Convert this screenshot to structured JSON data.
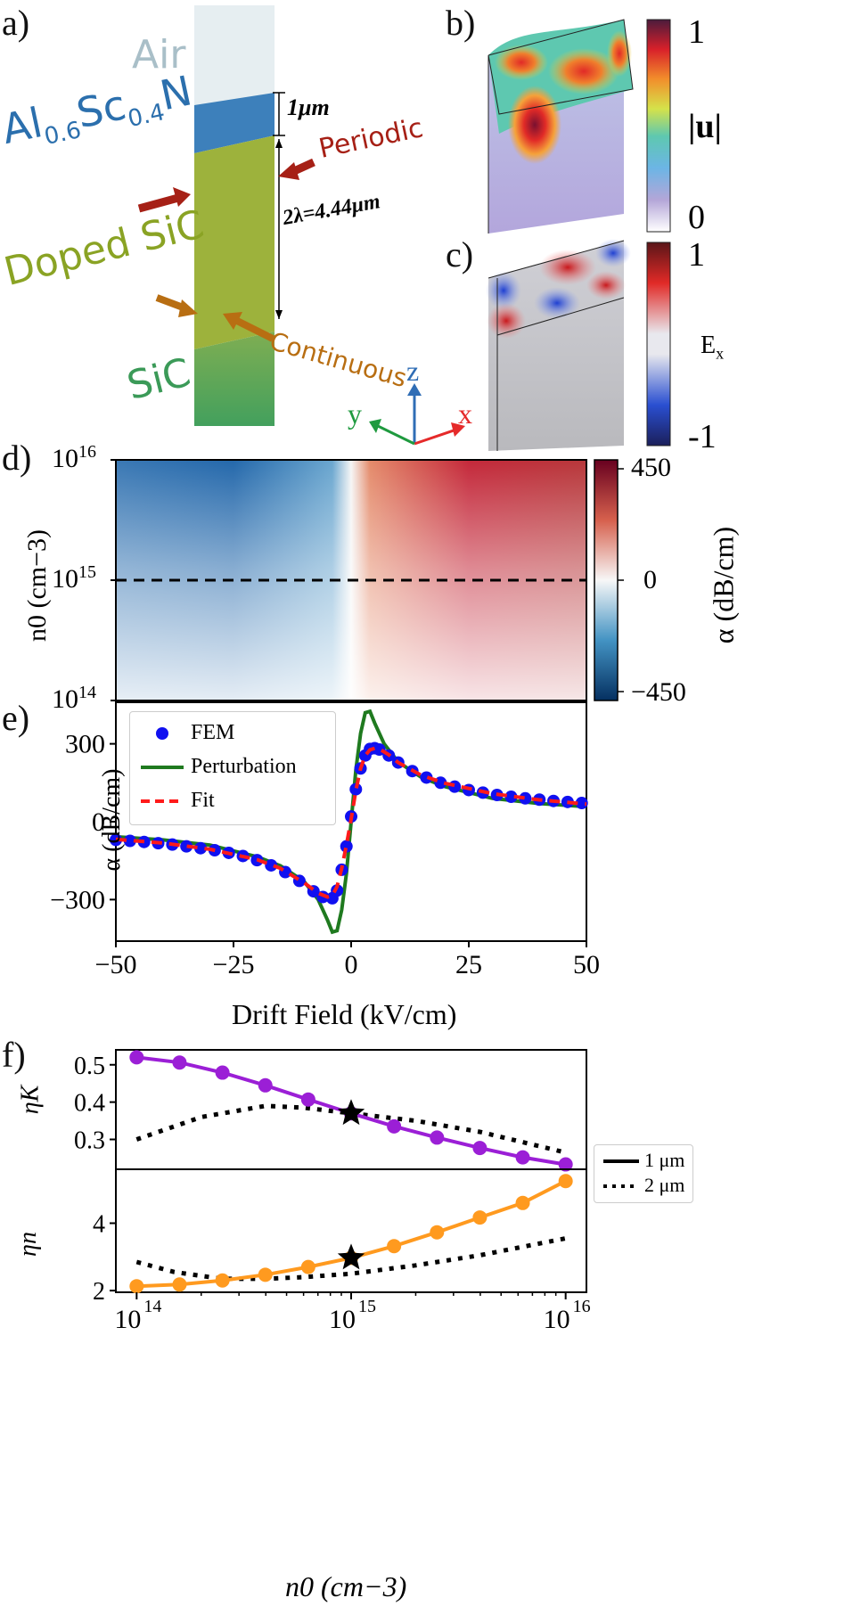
{
  "panels": {
    "a": "a)",
    "b": "b)",
    "c": "c)",
    "d": "d)",
    "e": "e)",
    "f": "f)"
  },
  "panel_a": {
    "air": "Air",
    "al": "Al",
    "al_sub": "0.6",
    "sc": "Sc",
    "sc_sub": "0.4",
    "n": "N",
    "doped": "Doped SiC",
    "sic": "SiC",
    "periodic": "Periodic",
    "continuous": "Continuous",
    "dim1": "1μm",
    "dim2": "2λ=4.44μm",
    "axis_x": "x",
    "axis_y": "y",
    "axis_z": "z"
  },
  "panel_b": {
    "cbar_max": "1",
    "cbar_min": "0",
    "cbar_label": "|u|"
  },
  "panel_c": {
    "cbar_max": "1",
    "cbar_min": "-1",
    "cbar_label": "E",
    "cbar_label_sub": "x"
  },
  "colors": {
    "fem": "#1010f0",
    "perturbation": "#1f7a1f",
    "fit": "#ff1a1a",
    "eta_k": "#9b1fd6",
    "eta_n": "#ff9a1f",
    "aln": "#3d80bb",
    "doped_sic": "#9db23c",
    "sic": "#4aa15f"
  },
  "chart_data": [
    {
      "type": "heatmap",
      "panel": "d",
      "x_range": [
        -50,
        50
      ],
      "y_scale": "log",
      "y_range": [
        100000000000000.0,
        1e+16
      ],
      "ylabel": "n0 (cm−3)",
      "yticks": [
        "10",
        "10",
        "10"
      ],
      "ytick_exp": [
        "14",
        "15",
        "16"
      ],
      "colorbar_label": "α (dB/cm)",
      "colorbar_ticks": [
        "450",
        "0",
        "−450"
      ],
      "colorbar_range": [
        -450,
        450
      ],
      "dashed_line_y": 1000000000000000.0
    },
    {
      "type": "line",
      "panel": "e",
      "xlabel": "Drift Field (kV/cm)",
      "ylabel": "α (dB/cm)",
      "xlim": [
        -50,
        50
      ],
      "ylim": [
        -460,
        460
      ],
      "xticks": [
        "−50",
        "−25",
        "0",
        "25",
        "50"
      ],
      "yticks": [
        "300",
        "0",
        "−300"
      ],
      "legend": [
        "FEM",
        "Perturbation",
        "Fit"
      ],
      "legend_position": "top-left",
      "fem_points": {
        "x": [
          -50,
          -47,
          -44,
          -41,
          -38,
          -35,
          -32,
          -29,
          -26,
          -23,
          -20,
          -17,
          -14,
          -11,
          -8,
          -6,
          -4,
          -3,
          -2,
          -1,
          0,
          1,
          2,
          3,
          4,
          5,
          6,
          8,
          10,
          13,
          16,
          19,
          22,
          25,
          28,
          31,
          34,
          37,
          40,
          43,
          46,
          49
        ],
        "y": [
          -70,
          -74,
          -78,
          -83,
          -88,
          -95,
          -102,
          -110,
          -120,
          -132,
          -148,
          -168,
          -194,
          -228,
          -268,
          -290,
          -295,
          -265,
          -185,
          -95,
          20,
          125,
          205,
          255,
          280,
          283,
          278,
          255,
          228,
          195,
          170,
          150,
          135,
          122,
          112,
          103,
          96,
          90,
          85,
          80,
          76,
          72
        ]
      },
      "perturbation": {
        "x": [
          -50,
          -40,
          -30,
          -20,
          -15,
          -10,
          -7,
          -5,
          -4,
          -3,
          -2,
          -1,
          0,
          1,
          2,
          3,
          4,
          5,
          7,
          10,
          15,
          20,
          30,
          40,
          50
        ],
        "y": [
          -58,
          -70,
          -90,
          -135,
          -170,
          -230,
          -300,
          -380,
          -425,
          -420,
          -340,
          -200,
          0,
          200,
          340,
          420,
          425,
          380,
          300,
          230,
          170,
          135,
          90,
          70,
          58
        ]
      },
      "fit": {
        "x": [
          -50,
          -40,
          -30,
          -20,
          -15,
          -10,
          -7,
          -5,
          -4,
          -3,
          -2,
          -1,
          0,
          1,
          2,
          3,
          4,
          5,
          6,
          8,
          10,
          15,
          20,
          30,
          40,
          50
        ],
        "y": [
          -68,
          -82,
          -106,
          -146,
          -180,
          -235,
          -275,
          -290,
          -285,
          -250,
          -180,
          -90,
          10,
          120,
          205,
          255,
          277,
          283,
          280,
          258,
          228,
          178,
          148,
          108,
          84,
          68
        ]
      }
    },
    {
      "type": "line",
      "panel": "f-top",
      "ylabel": "ηK",
      "x_scale": "log",
      "xlim": [
        80000000000000.0,
        1.25e+16
      ],
      "ylim": [
        0.22,
        0.54
      ],
      "yticks": [
        "0.5",
        "0.4",
        "0.3"
      ],
      "legend": [
        "1 μm",
        "2 μm"
      ],
      "legend_position": "right",
      "series": [
        {
          "name": "1 μm",
          "x": [
            100000000000000.0,
            158500000000000.0,
            251200000000000.0,
            398100000000000.0,
            631000000000000.0,
            1000000000000000.0,
            1585000000000000.0,
            2512000000000000.0,
            3981000000000000.0,
            6310000000000000.0,
            1e+16
          ],
          "values": [
            0.52,
            0.506,
            0.479,
            0.445,
            0.407,
            0.37,
            0.335,
            0.305,
            0.277,
            0.252,
            0.233
          ]
        },
        {
          "name": "2 μm",
          "x": [
            100000000000000.0,
            200000000000000.0,
            400000000000000.0,
            600000000000000.0,
            1000000000000000.0,
            2000000000000000.0,
            4000000000000000.0,
            1e+16
          ],
          "values": [
            0.3,
            0.36,
            0.39,
            0.385,
            0.37,
            0.35,
            0.32,
            0.265
          ]
        }
      ],
      "star": {
        "x": 1000000000000000.0,
        "y": 0.37
      }
    },
    {
      "type": "line",
      "panel": "f-bottom",
      "ylabel": "ηn",
      "xlabel": "n0 (cm−3)",
      "x_scale": "log",
      "xlim": [
        80000000000000.0,
        1.25e+16
      ],
      "ylim": [
        1.95,
        5.6
      ],
      "yticks": [
        "4",
        "2"
      ],
      "xticks": [
        "10",
        "10",
        "10"
      ],
      "xtick_exp": [
        "14",
        "15",
        "16"
      ],
      "series": [
        {
          "name": "1 μm",
          "x": [
            100000000000000.0,
            158500000000000.0,
            251200000000000.0,
            398100000000000.0,
            631000000000000.0,
            1000000000000000.0,
            1585000000000000.0,
            2512000000000000.0,
            3981000000000000.0,
            6310000000000000.0,
            1e+16
          ],
          "values": [
            2.13,
            2.18,
            2.3,
            2.47,
            2.7,
            2.97,
            3.32,
            3.73,
            4.17,
            4.6,
            5.25
          ]
        },
        {
          "name": "2 μm",
          "x": [
            100000000000000.0,
            150000000000000.0,
            250000000000000.0,
            400000000000000.0,
            600000000000000.0,
            1000000000000000.0,
            2000000000000000.0,
            4000000000000000.0,
            1e+16
          ],
          "values": [
            2.85,
            2.55,
            2.35,
            2.35,
            2.4,
            2.5,
            2.75,
            3.05,
            3.55
          ]
        }
      ],
      "star": {
        "x": 1000000000000000.0,
        "y": 2.97
      }
    }
  ]
}
